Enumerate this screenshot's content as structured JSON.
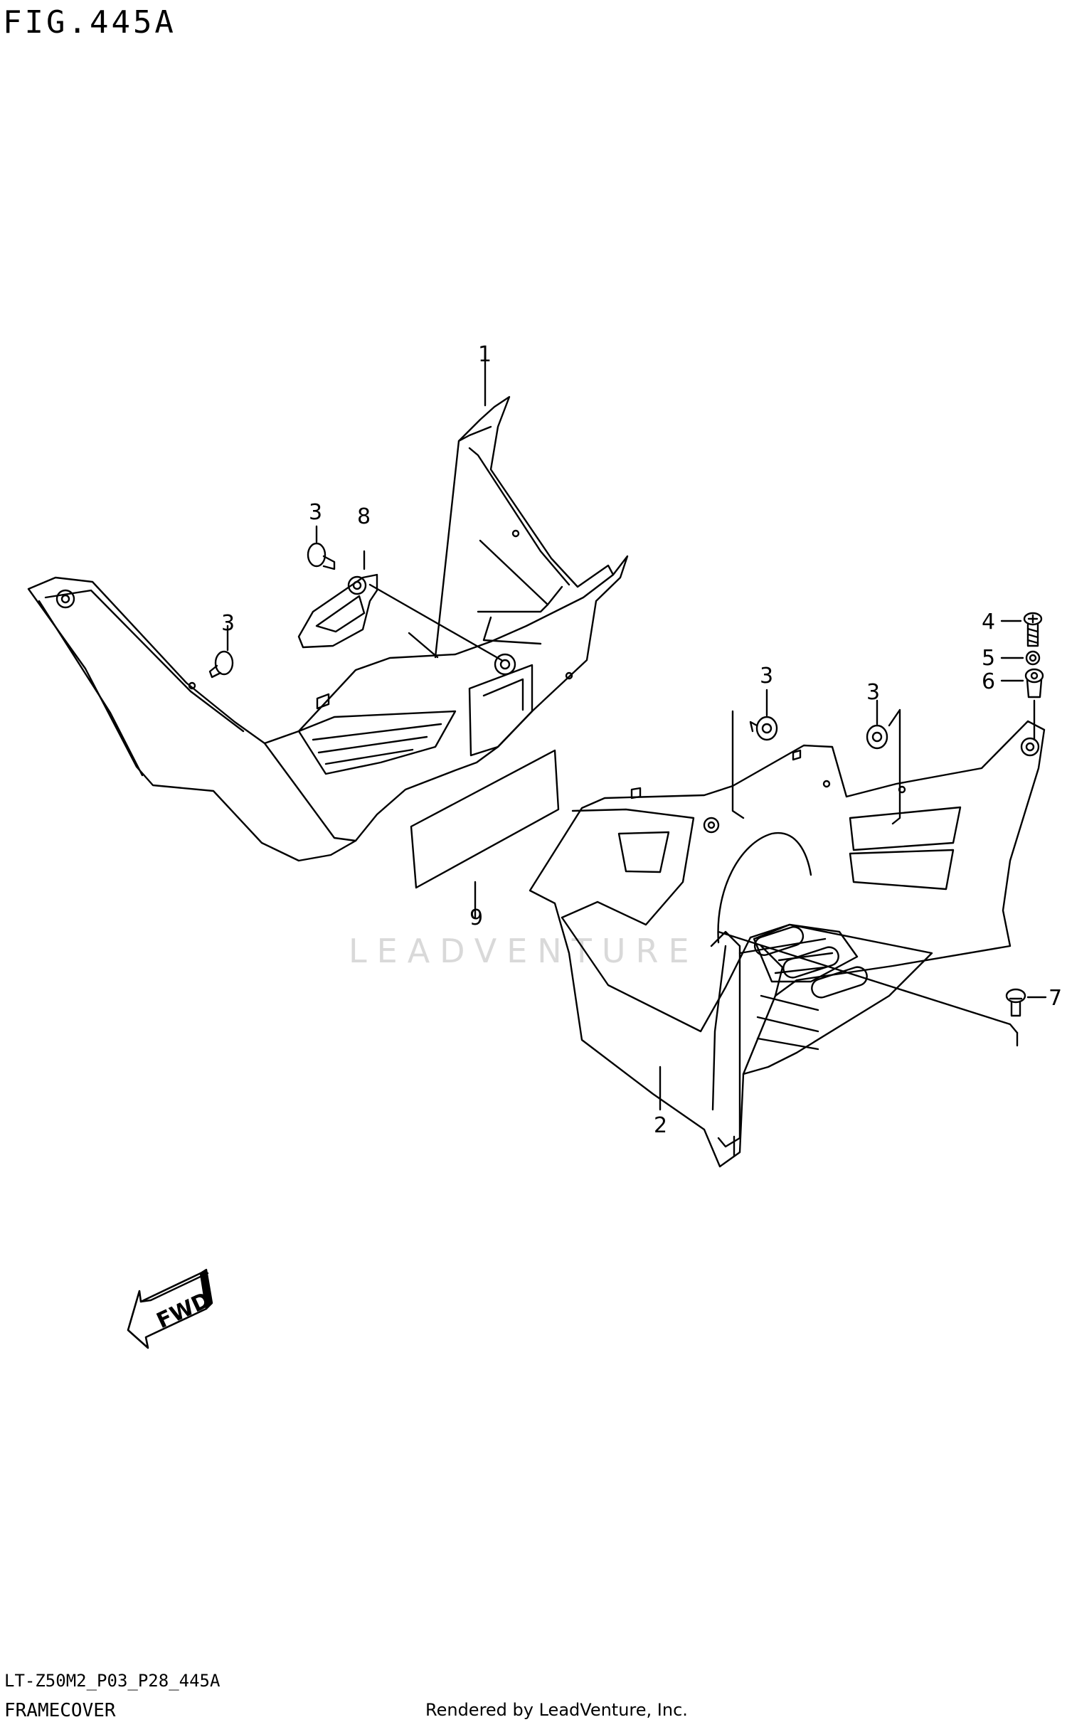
{
  "header": {
    "figure_title": "FIG.445A"
  },
  "callouts": [
    "1",
    "2",
    "3",
    "3",
    "3",
    "3",
    "4",
    "5",
    "6",
    "7",
    "8",
    "9"
  ],
  "fwd_label": "FWD",
  "watermark": "LEADVENTURE",
  "footer": {
    "model_code": "LT-Z50M2_P03_P28_445A",
    "section_name": "FRAMECOVER",
    "credit": "Rendered by LeadVenture, Inc."
  }
}
